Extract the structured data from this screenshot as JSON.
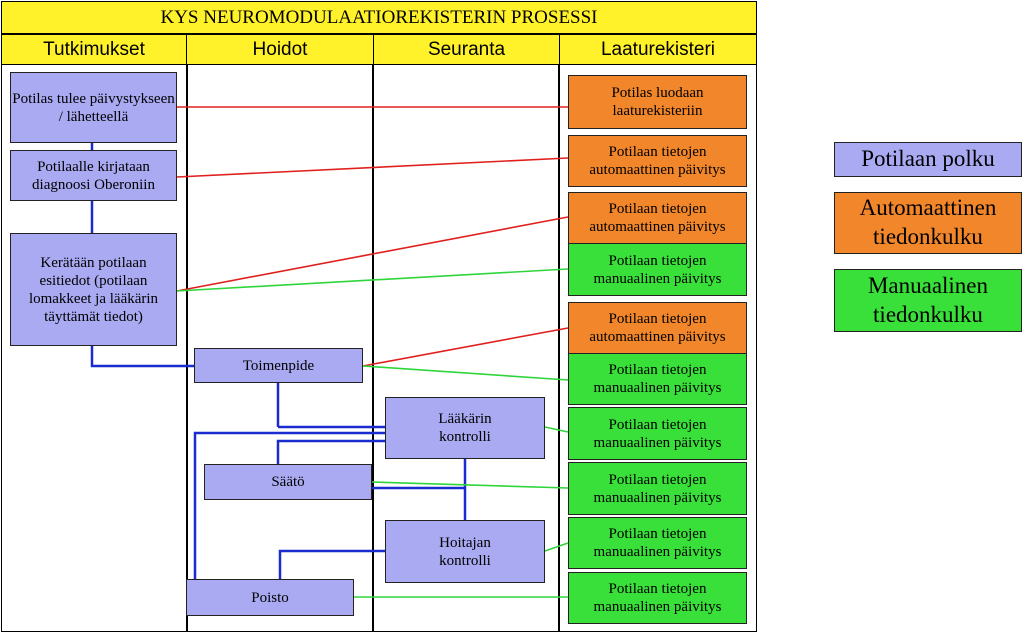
{
  "title": "KYS NEUROMODULAATIOREKISTERIN PROSESSI",
  "columns": [
    "Tutkimukset",
    "Hoidot",
    "Seuranta",
    "Laaturekisteri"
  ],
  "patient_path": {
    "arrival": "Potilas tulee päivystykseen / lähetteellä",
    "diagnosis": "Potilaalle kirjataan diagnoosi Oberoniin",
    "background": "Kerätään potilaan esitiedot (potilaan lomakkeet ja lääkärin täyttämät tiedot)",
    "procedure": "Toimenpide",
    "doctor_control": "Lääkärin kontrolli",
    "adjustment": "Säätö",
    "nurse_control": "Hoitajan kontrolli",
    "removal": "Poisto"
  },
  "registry": [
    {
      "label": "Potilas luodaan laaturekisteriin",
      "kind": "automatic"
    },
    {
      "label": "Potilaan tietojen automaattinen päivitys",
      "kind": "automatic"
    },
    {
      "label": "Potilaan tietojen automaattinen päivitys",
      "kind": "automatic"
    },
    {
      "label": "Potilaan tietojen manuaalinen päivitys",
      "kind": "manual"
    },
    {
      "label": "Potilaan tietojen automaattinen päivitys",
      "kind": "automatic"
    },
    {
      "label": "Potilaan tietojen manuaalinen päivitys",
      "kind": "manual"
    },
    {
      "label": "Potilaan tietojen manuaalinen päivitys",
      "kind": "manual"
    },
    {
      "label": "Potilaan tietojen manuaalinen päivitys",
      "kind": "manual"
    },
    {
      "label": "Potilaan tietojen manuaalinen päivitys",
      "kind": "manual"
    },
    {
      "label": "Potilaan tietojen manuaalinen päivitys",
      "kind": "manual"
    }
  ],
  "legend": {
    "patient_path": "Potilaan polku",
    "automatic_flow": "Automaattinen tiedonkulku",
    "manual_flow": "Manuaalinen tiedonkulku"
  },
  "colors": {
    "patient_path": "#a9aaf2",
    "automatic": "#f2862b",
    "manual": "#39e03a",
    "header": "#fff22a",
    "path_line": "#1a2bd0",
    "auto_line": "#e0201c",
    "manual_line": "#2fd53a"
  }
}
